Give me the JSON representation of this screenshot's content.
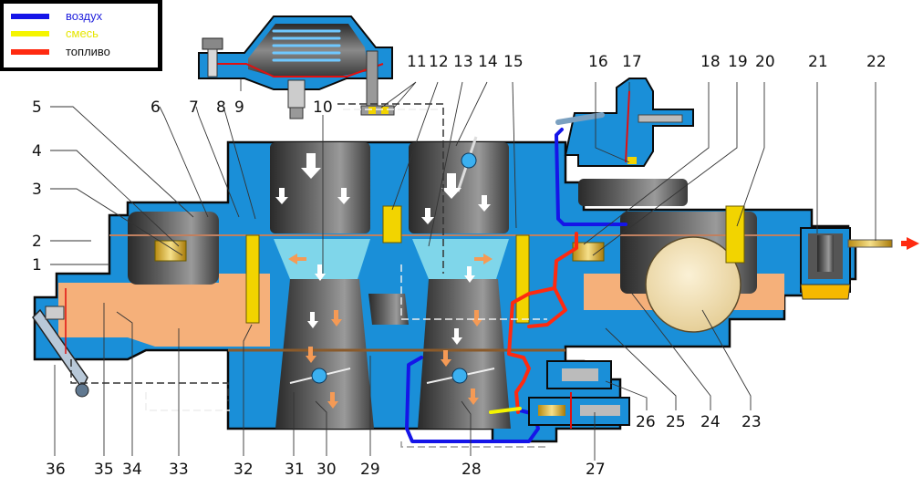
{
  "legend": {
    "items": [
      {
        "label": "воздух",
        "color": "#1515e8",
        "text_color": "#2222dd"
      },
      {
        "label": "смесь",
        "color": "#f5f500",
        "text_color": "#e6e600"
      },
      {
        "label": "топливо",
        "color": "#ff2a10",
        "text_color": "#111111"
      }
    ]
  },
  "labels": {
    "top": [
      "5",
      "6",
      "7",
      "8",
      "9",
      "10",
      "11",
      "12",
      "13",
      "14",
      "15",
      "16",
      "17",
      "18",
      "19",
      "20",
      "21",
      "22"
    ],
    "left": [
      "4",
      "3",
      "2",
      "1"
    ],
    "bottom": [
      "36",
      "35",
      "34",
      "33",
      "32",
      "31",
      "30",
      "29",
      "28",
      "27",
      "26",
      "25",
      "24",
      "23"
    ]
  },
  "colors": {
    "body": "#1a8fd8",
    "body_dark": "#0e6fb8",
    "fuel": "#f5b07a",
    "brass": "#f2d400",
    "metal_dark": "#3a3a3a",
    "metal_light": "#b0b0b0",
    "float": "#f3e3b8",
    "air_flow": "#1515e8",
    "fuel_flow": "#ff2a10",
    "mix_flow": "#f5f500",
    "arrow_mix": "#f59a55",
    "inlet_arrow": "#ff2a10"
  }
}
